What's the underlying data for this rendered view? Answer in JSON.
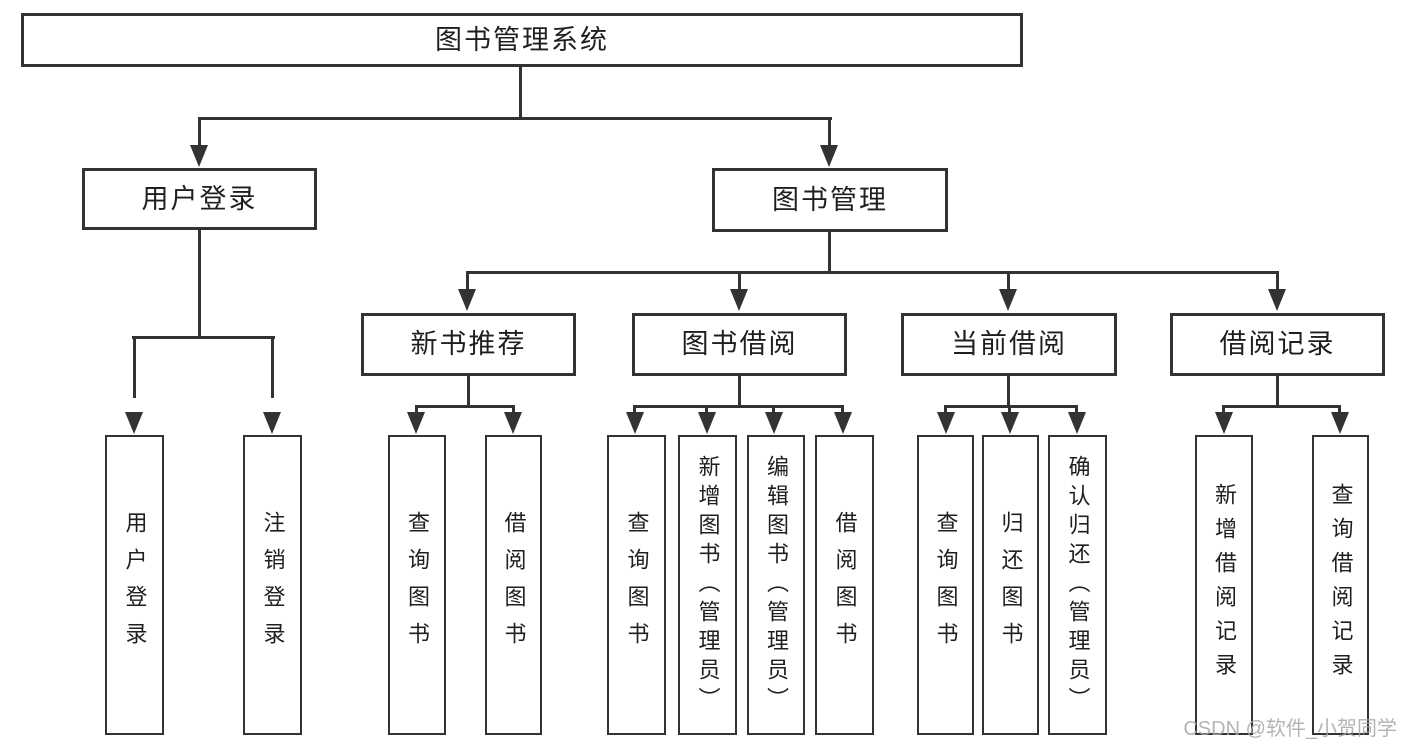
{
  "nodes": {
    "root": {
      "label": "图书管理系统"
    },
    "user_login": {
      "label": "用户登录"
    },
    "book_mgmt": {
      "label": "图书管理"
    },
    "leaf_user_login": {
      "label": "用户登录"
    },
    "leaf_logout": {
      "label": "注销登录"
    },
    "new_books": {
      "label": "新书推荐"
    },
    "book_borrow": {
      "label": "图书借阅"
    },
    "current_borrow": {
      "label": "当前借阅"
    },
    "borrow_records": {
      "label": "借阅记录"
    },
    "nb_query": {
      "label": "查询图书"
    },
    "nb_borrow": {
      "label": "借阅图书"
    },
    "bb_query": {
      "label": "查询图书"
    },
    "bb_add": {
      "label": "新增图书（管理员）"
    },
    "bb_edit": {
      "label": "编辑图书（管理员）"
    },
    "bb_borrow": {
      "label": "借阅图书"
    },
    "cb_query": {
      "label": "查询图书"
    },
    "cb_return": {
      "label": "归还图书"
    },
    "cb_confirm": {
      "label": "确认归还（管理员）"
    },
    "br_add": {
      "label": "新增借阅记录"
    },
    "br_query": {
      "label": "查询借阅记录"
    }
  },
  "watermark": {
    "text": "CSDN @软件_小贺同学"
  },
  "colors": {
    "line": "#333333",
    "text": "#1f1f1f",
    "background": "#ffffff",
    "watermark": "#a8a8a8"
  }
}
